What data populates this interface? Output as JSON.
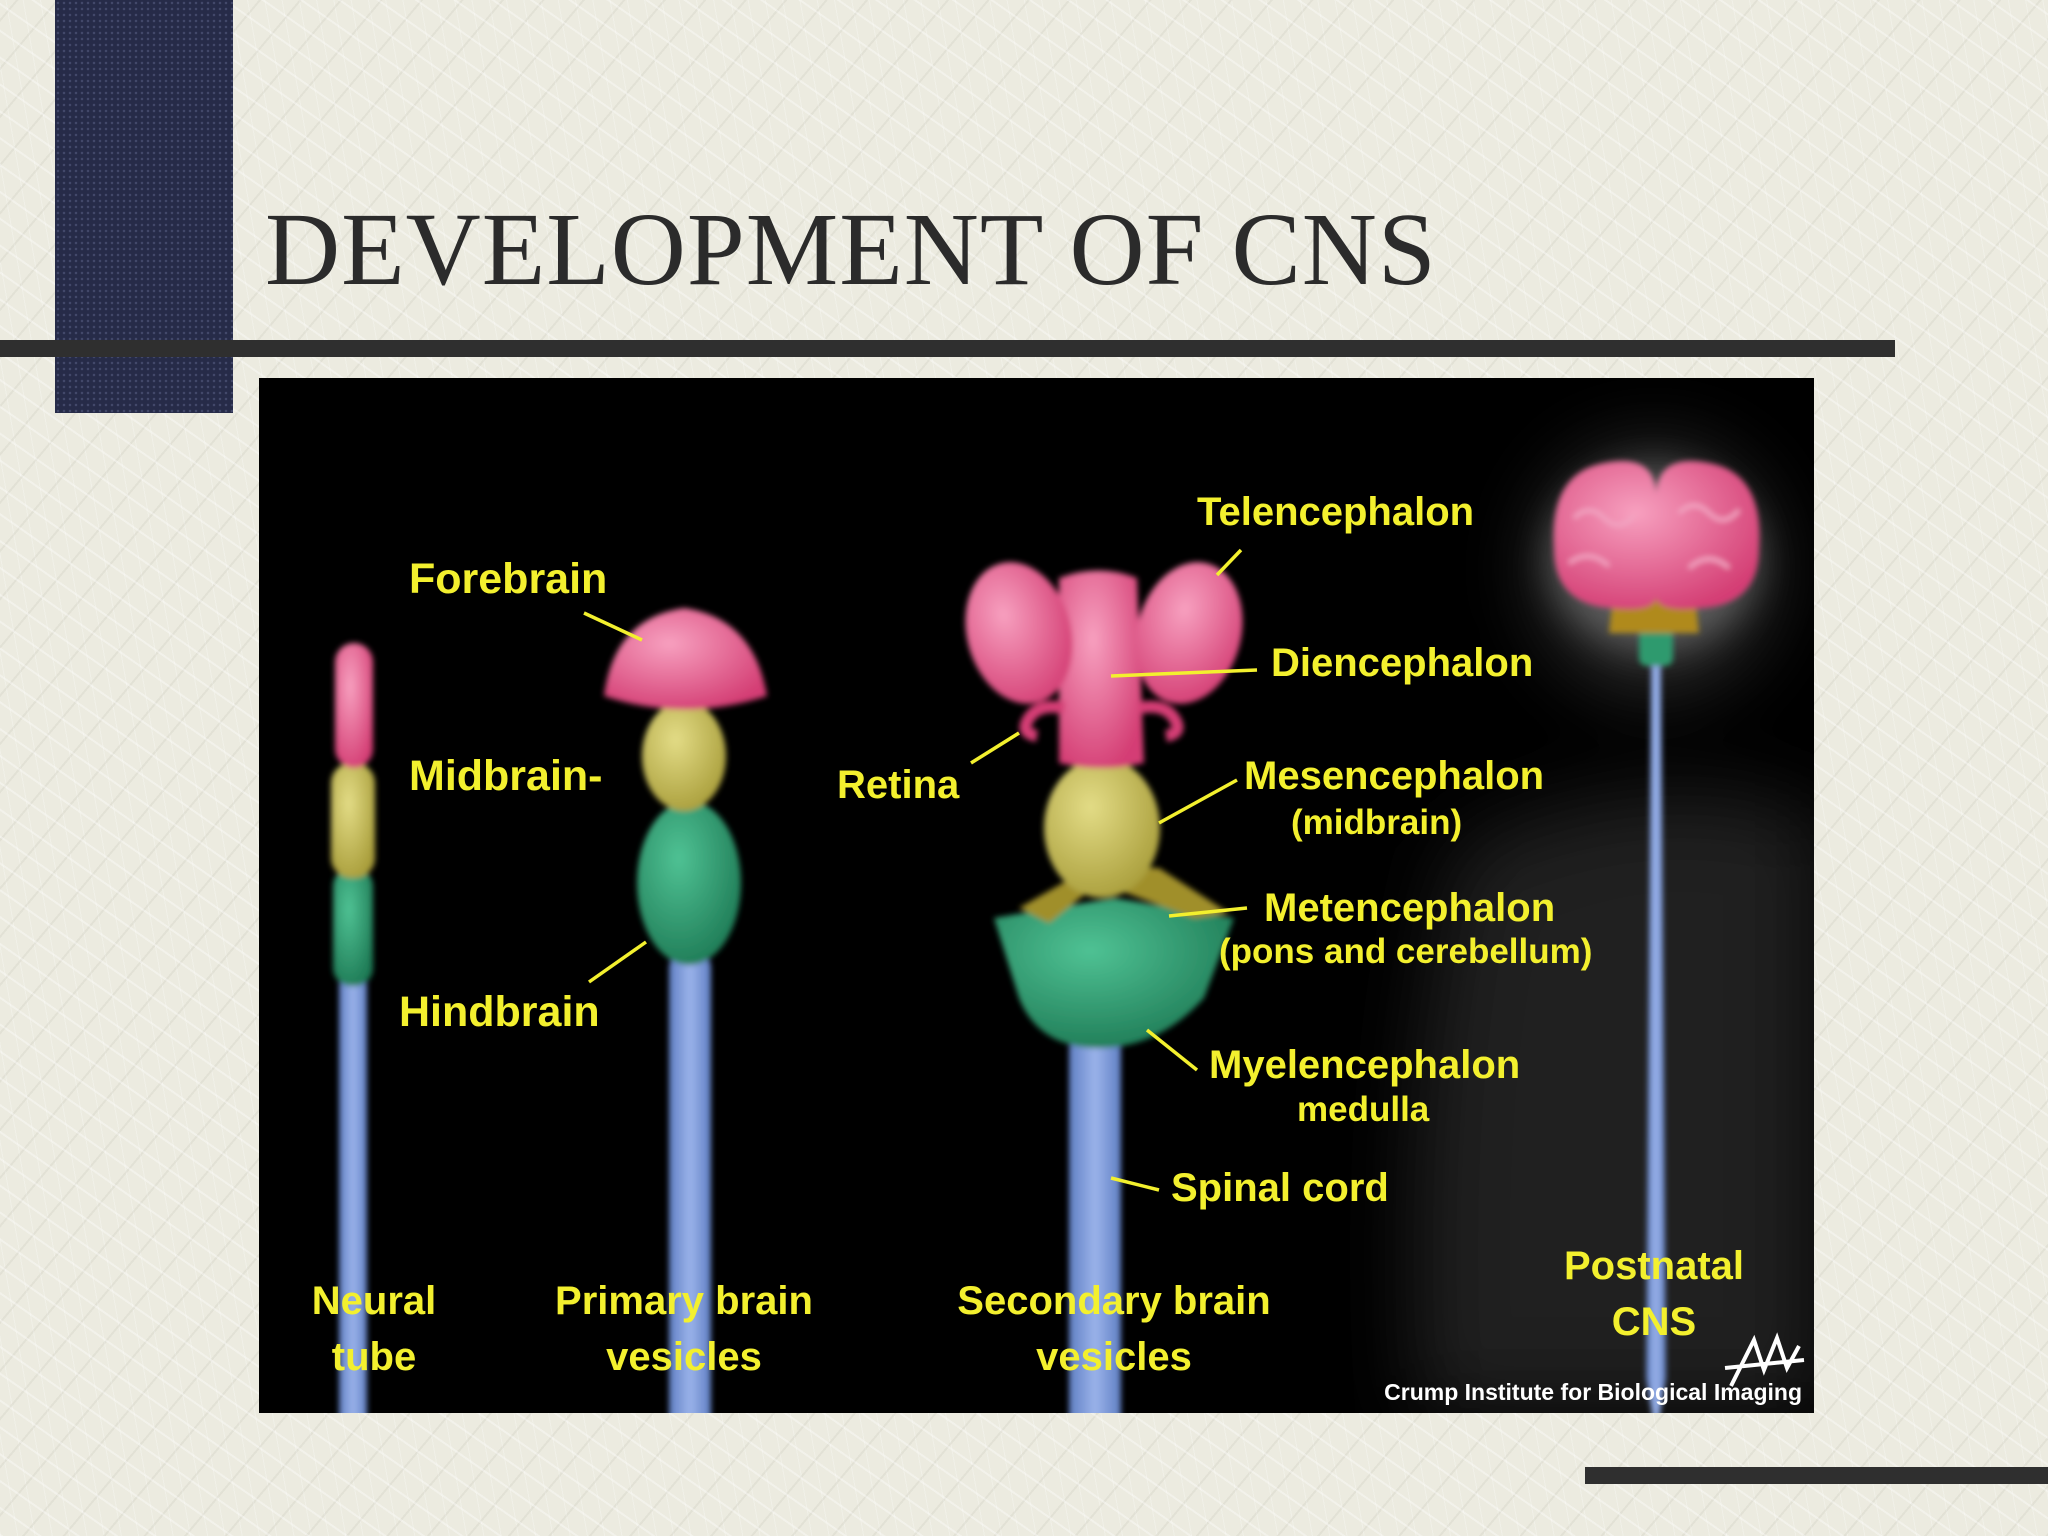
{
  "slide": {
    "title": "DEVELOPMENT OF CNS"
  },
  "figure": {
    "labels": {
      "forebrain": "Forebrain",
      "midbrain": "Midbrain-",
      "hindbrain": "Hindbrain",
      "retina": "Retina",
      "telencephalon": "Telencephalon",
      "diencephalon": "Diencephalon",
      "mesencephalon": "Mesencephalon",
      "mesencephalon_sub": "(midbrain)",
      "metencephalon": "Metencephalon",
      "metencephalon_sub": "(pons and cerebellum)",
      "myelencephalon": "Myelencephalon",
      "myelencephalon_sub": "medulla",
      "spinal_cord": "Spinal cord"
    },
    "stages": {
      "neural_tube": [
        "Neural",
        "tube"
      ],
      "primary": [
        "Primary brain",
        "vesicles"
      ],
      "secondary": [
        "Secondary brain",
        "vesicles"
      ],
      "postnatal": [
        "Postnatal",
        "CNS"
      ]
    },
    "credit": "Crump Institute for Biological Imaging",
    "colors": {
      "forebrain": "#e8598a",
      "midbrain": "#c9c05a",
      "hindbrain": "#2f9a6e",
      "spinal_cord": "#7d9ad8",
      "label": "#f3f02e"
    }
  }
}
